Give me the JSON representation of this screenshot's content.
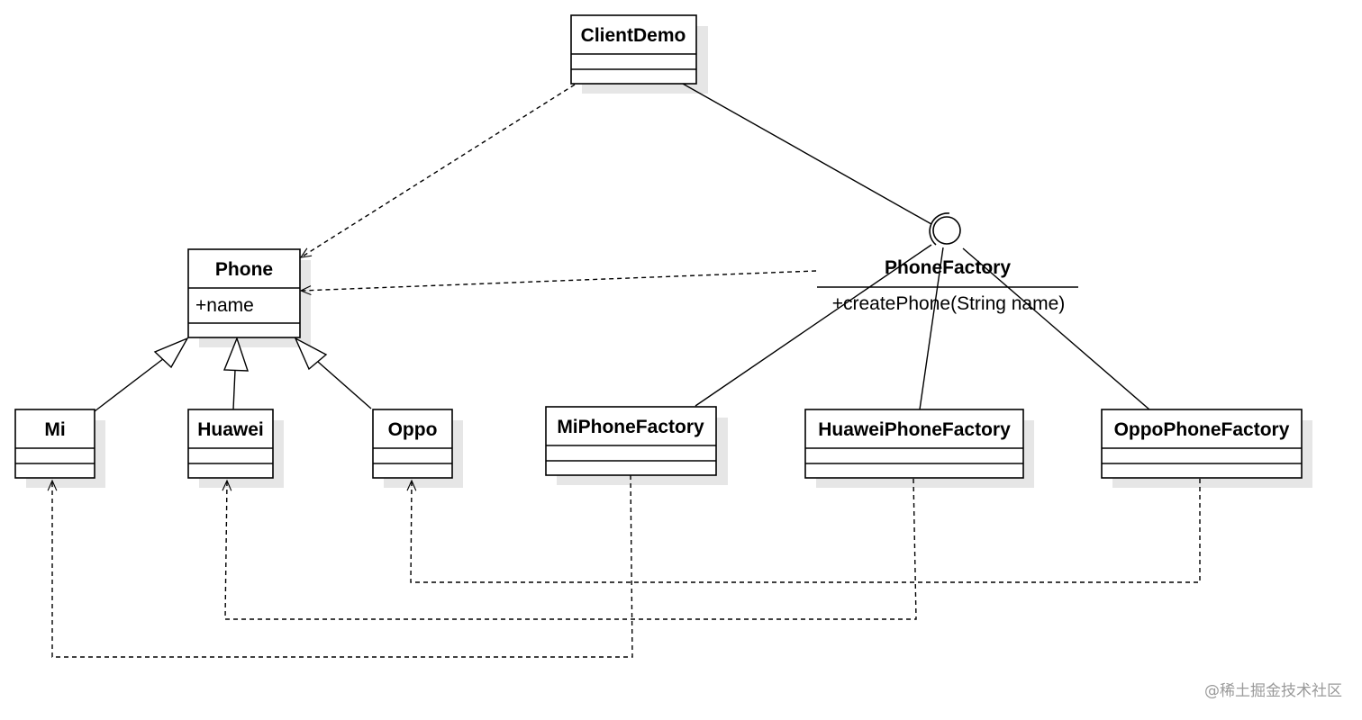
{
  "diagram": {
    "classes": {
      "client_demo": {
        "name": "ClientDemo"
      },
      "phone": {
        "name": "Phone",
        "attribute": "+name"
      },
      "mi": {
        "name": "Mi"
      },
      "huawei": {
        "name": "Huawei"
      },
      "oppo": {
        "name": "Oppo"
      },
      "mi_factory": {
        "name": "MiPhoneFactory"
      },
      "huawei_factory": {
        "name": "HuaweiPhoneFactory"
      },
      "oppo_factory": {
        "name": "OppoPhoneFactory"
      }
    },
    "interface": {
      "name": "PhoneFactory",
      "method": "+createPhone(String name)"
    },
    "colors": {
      "stroke": "#000000",
      "shadow": "#e6e6e6",
      "background": "#ffffff"
    }
  },
  "watermark": "@稀土掘金技术社区"
}
